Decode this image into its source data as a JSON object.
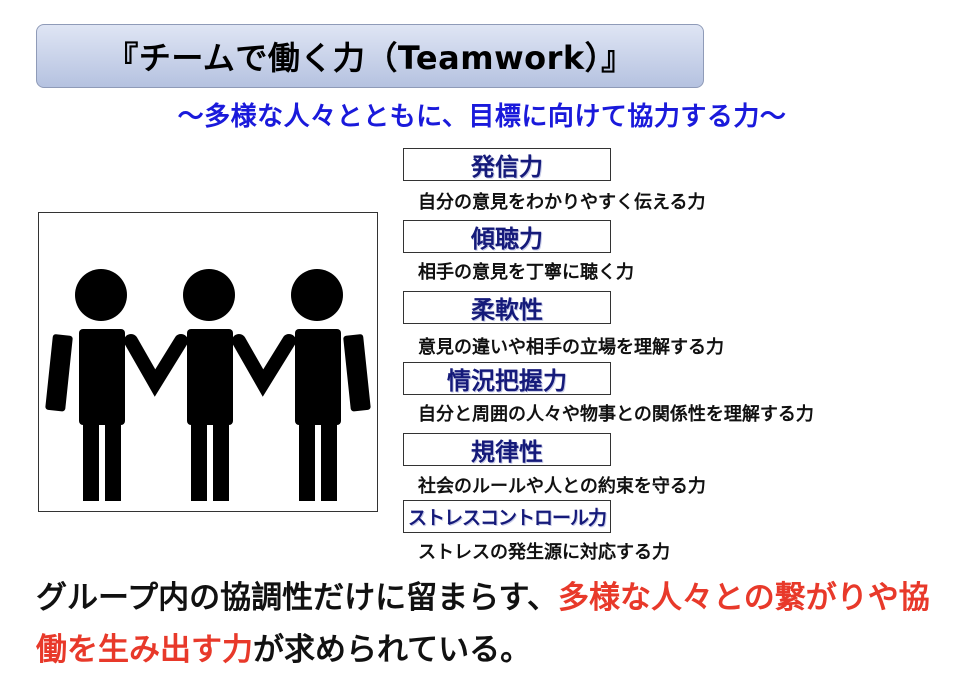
{
  "title": "『チームで働く力（Teamwork）』",
  "subtitle": "〜多様な人々とともに、目標に向けて協力する力〜",
  "skills": [
    {
      "name": "発信力",
      "desc": "自分の意見をわかりやすく伝える力"
    },
    {
      "name": "傾聴力",
      "desc": "相手の意見を丁寧に聴く力"
    },
    {
      "name": "柔軟性",
      "desc": "意見の違いや相手の立場を理解する力"
    },
    {
      "name": "情況把握力",
      "desc": "自分と周囲の人々や物事との関係性を理解する力"
    },
    {
      "name": "規律性",
      "desc": "社会のルールや人との約束を守る力"
    },
    {
      "name": "ストレスコントロール力",
      "desc": "ストレスの発生源に対応する力"
    }
  ],
  "message": {
    "part1": "グループ内の協調性だけに留まらす、",
    "part2": "多様な人々との繋がりや協働を生み出す力",
    "part3": "が求められている。"
  },
  "picture": {
    "icon": "people-holding-hands-icon"
  },
  "colors": {
    "subtitle": "#1a1adb",
    "skill_label": "#151a7a",
    "highlight": "#e8392a",
    "title_bg_top": "#dfe5f4",
    "title_bg_bottom": "#b5c2e0"
  }
}
